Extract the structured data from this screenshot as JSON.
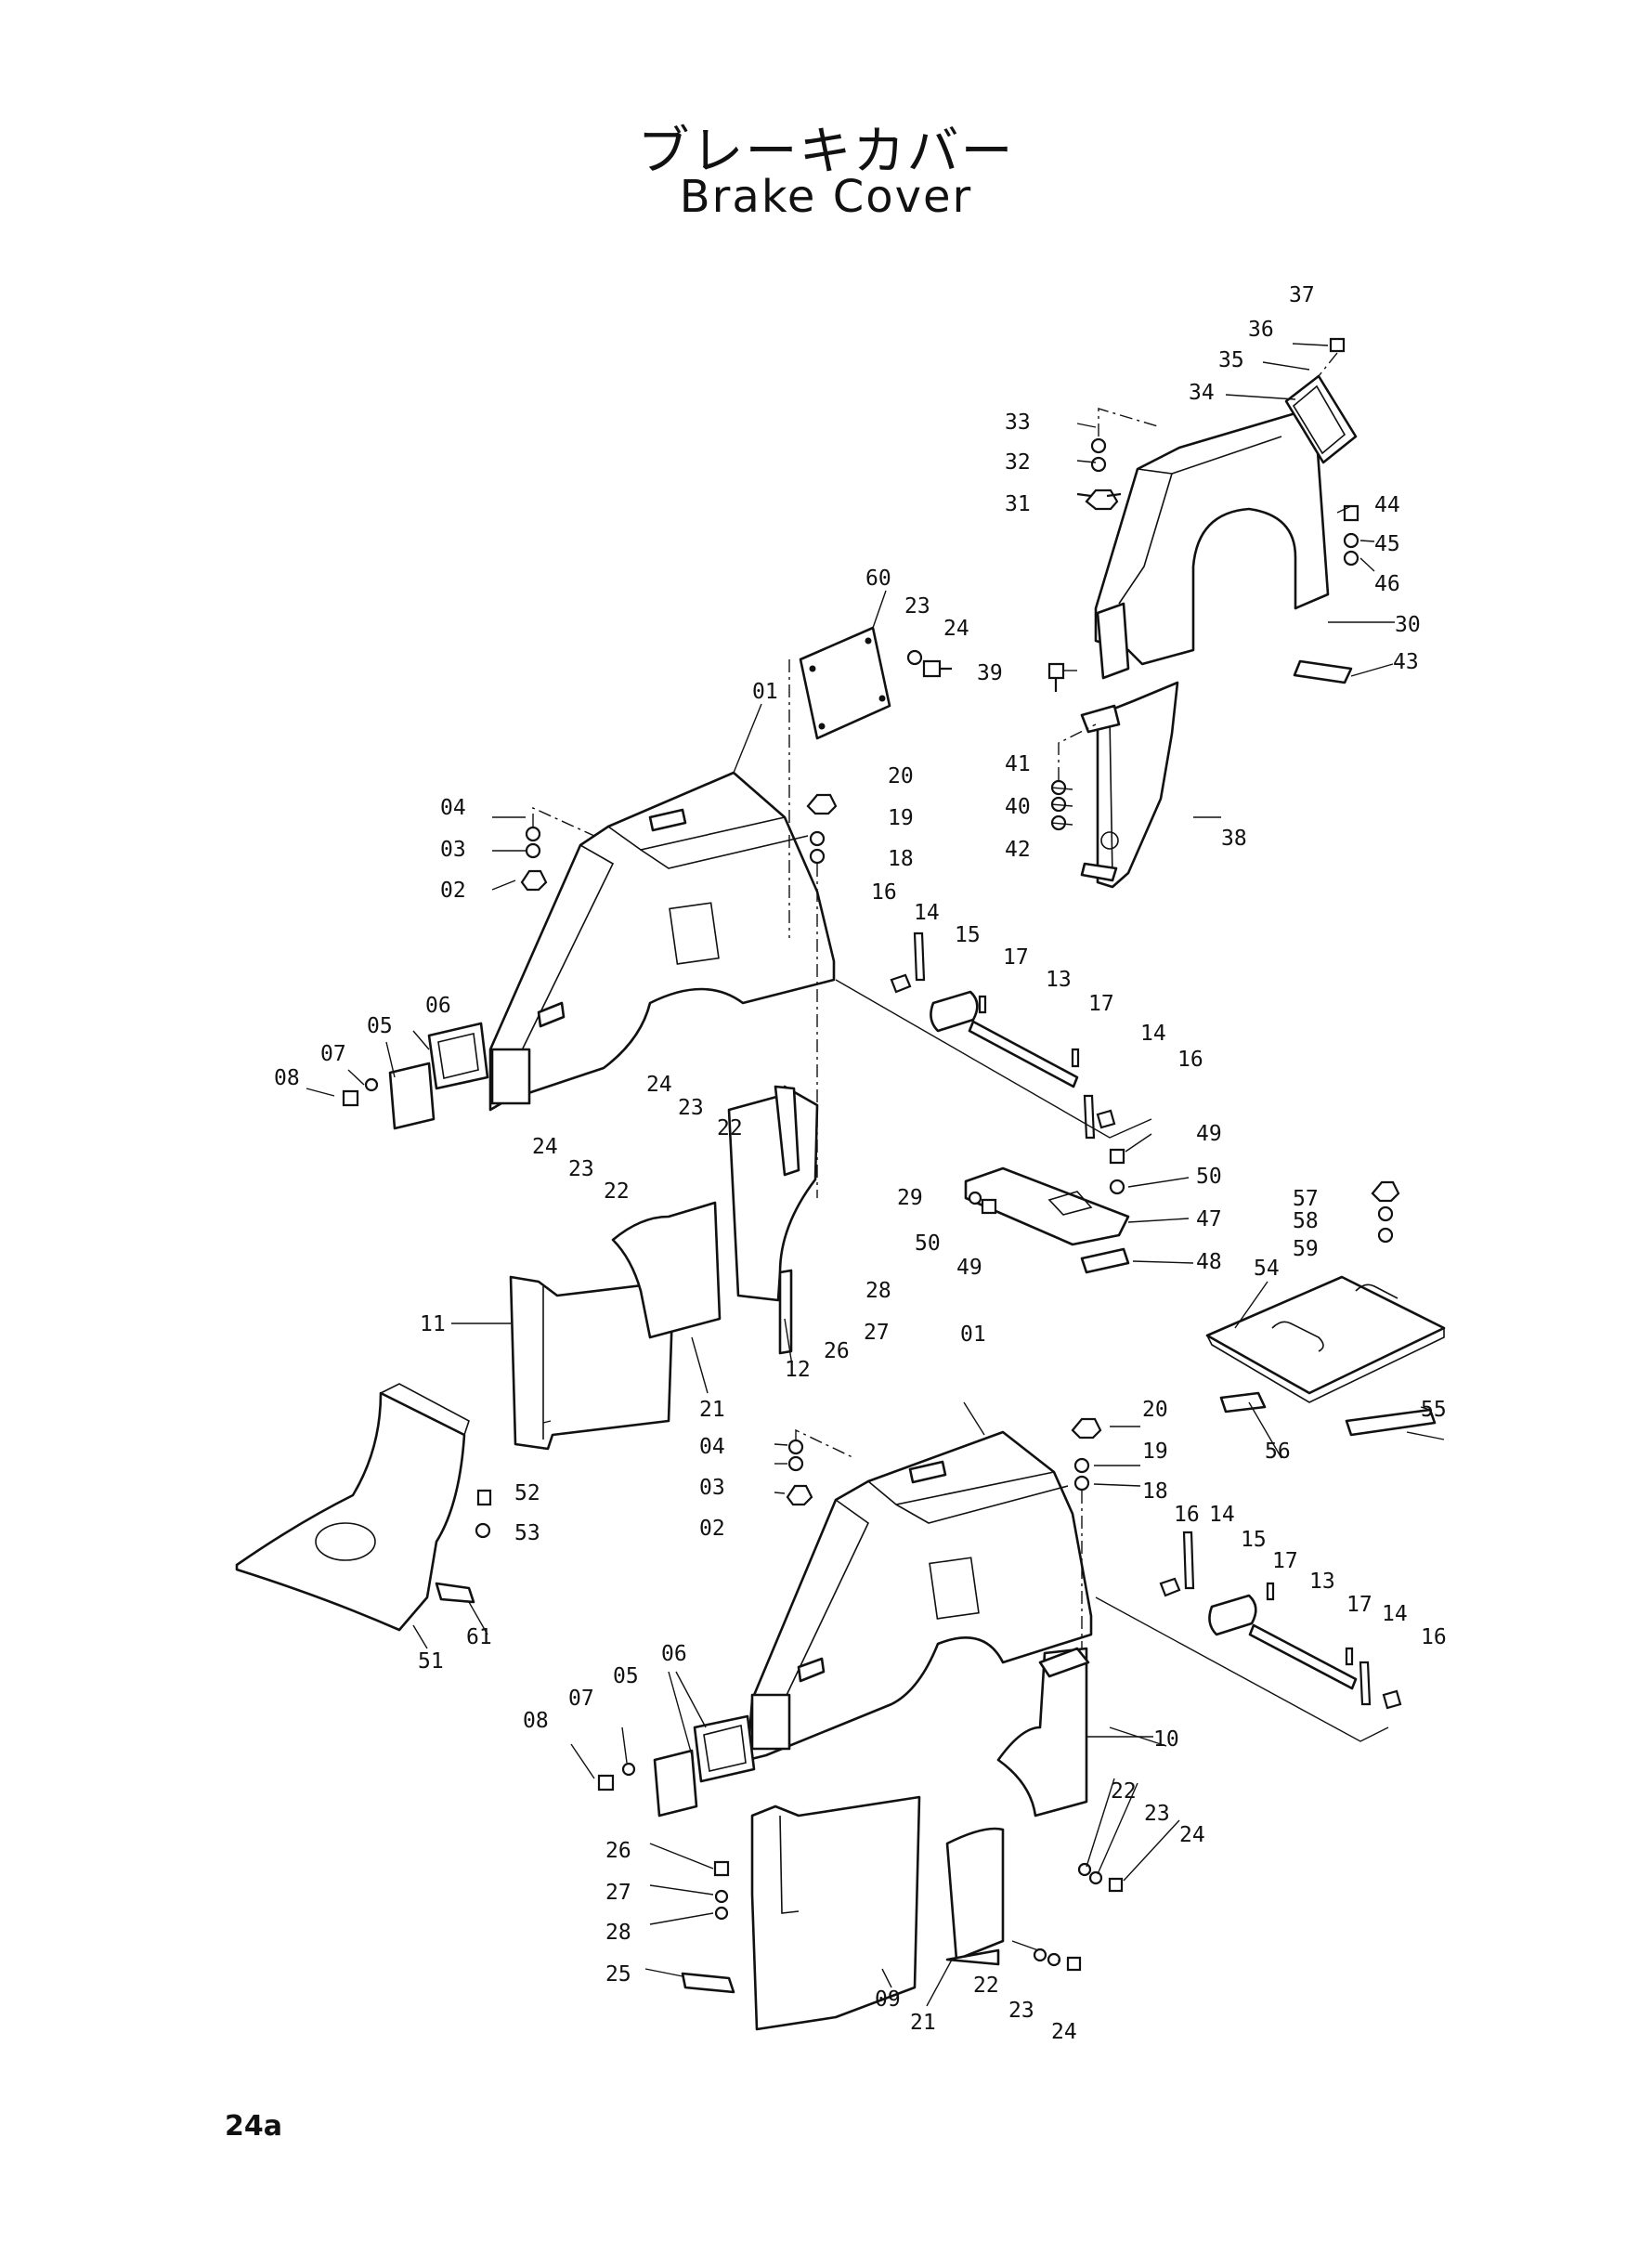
{
  "title_jp": "ブレーキカバー",
  "title_en": "Brake Cover",
  "page_number": "24a",
  "part_labels": [
    "01",
    "02",
    "03",
    "04",
    "05",
    "06",
    "07",
    "08",
    "09",
    "10",
    "11",
    "12",
    "13",
    "14",
    "15",
    "16",
    "17",
    "18",
    "19",
    "20",
    "21",
    "22",
    "23",
    "24",
    "25",
    "26",
    "27",
    "28",
    "29",
    "30",
    "31",
    "32",
    "33",
    "34",
    "35",
    "36",
    "37",
    "38",
    "39",
    "40",
    "41",
    "42",
    "43",
    "44",
    "45",
    "46",
    "47",
    "48",
    "49",
    "50",
    "51",
    "52",
    "53",
    "54",
    "55",
    "56",
    "57",
    "58",
    "59",
    "60",
    "61"
  ]
}
